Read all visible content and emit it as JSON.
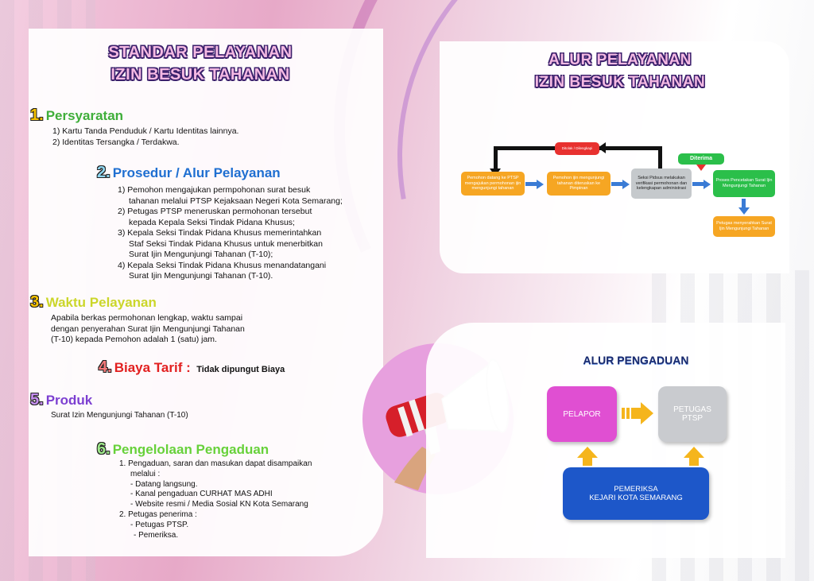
{
  "left": {
    "title_line1": "STANDAR PELAYANAN",
    "title_line2": "IZIN BESUK TAHANAN",
    "sections": {
      "s1": {
        "num": "1.",
        "title": "Persyaratan",
        "lines": [
          "1)  Kartu Tanda Penduduk / Kartu Identitas lainnya.",
          "2)  Identitas Tersangka / Terdakwa."
        ]
      },
      "s2": {
        "num": "2.",
        "title": "Prosedur / Alur Pelayanan",
        "lines": [
          "1) Pemohon mengajukan permpohonan surat besuk",
          "tahanan melalui PTSP Kejaksaan Negeri Kota Semarang;",
          "2) Petugas PTSP meneruskan permohonan tersebut",
          "kepada Kepala Seksi Tindak Pidana Khusus;",
          "3) Kepala Seksi Tindak Pidana Khusus memerintahkan",
          "Staf Seksi Tindak Pidana Khusus untuk menerbitkan",
          "Surat Ijin Mengunjungi Tahanan (T-10);",
          "4) Kepala Seksi Tindak Pidana Khusus menandatangani",
          "Surat Ijin Mengunjungi Tahanan (T-10)."
        ]
      },
      "s3": {
        "num": "3.",
        "title": "Waktu Pelayanan",
        "lines": [
          "Apabila berkas permohonan lengkap, waktu sampai",
          "dengan penyerahan Surat Ijin Mengunjungi Tahanan",
          "(T-10) kepada Pemohon adalah 1 (satu) jam."
        ]
      },
      "s4": {
        "num": "4.",
        "title": "Biaya Tarif :",
        "value": "Tidak dipungut Biaya"
      },
      "s5": {
        "num": "5.",
        "title": "Produk",
        "lines": [
          "Surat Izin Mengunjungi Tahanan (T-10)"
        ]
      },
      "s6": {
        "num": "6.",
        "title": "Pengelolaan Pengaduan",
        "lines": [
          "1. Pengaduan, saran dan masukan dapat disampaikan",
          "melalui :",
          "- Datang langsung.",
          "- Kanal pengaduan CURHAT MAS ADHI",
          "- Website resmi / Media Sosial KN Kota Semarang",
          "2. Petugas penerima :",
          "- Petugas PTSP.",
          "- Pemeriksa."
        ]
      }
    }
  },
  "alur": {
    "title_line1": "ALUR PELAYANAN",
    "title_line2": "IZIN BESUK TAHANAN",
    "ditolak": "Ditolak / Dilengkapi",
    "diterima": "Diterima",
    "box1": "Pemohon datang ke PTSP mengajukan permohonan ijin mengunjungi tahanan",
    "box2": "Pemohon ijin mengunjungi tahanan diteruskan ke Pimpinan",
    "box3": "Seksi Pidsus melakukan verifikasi permohonan dan kelengkapan administrasi",
    "box4": "Proses Pencetakan Surat Ijin Mengunjungi Tahanan",
    "box5": "Petugas menyerahkan Surat Ijin Mengunjungi Tahanan",
    "colors": {
      "orange": "#f6a623",
      "gray": "#c5c9cc",
      "green": "#2bbf4a",
      "red": "#e8312f",
      "blue": "#3a7bd5"
    }
  },
  "pengaduan": {
    "title": "ALUR PENGADUAN",
    "pelapor": "PELAPOR",
    "petugas_line1": "PETUGAS",
    "petugas_line2": "PTSP",
    "pemeriksa_line1": "PEMERIKSA",
    "pemeriksa_line2": "KEJARI KOTA SEMARANG",
    "colors": {
      "pelapor": "#e04fd2",
      "petugas": "#c9cbcf",
      "pemeriksa": "#1d57c9",
      "arrow": "#f5b51c"
    }
  },
  "illustration": {
    "icon": "megaphone-icon"
  }
}
